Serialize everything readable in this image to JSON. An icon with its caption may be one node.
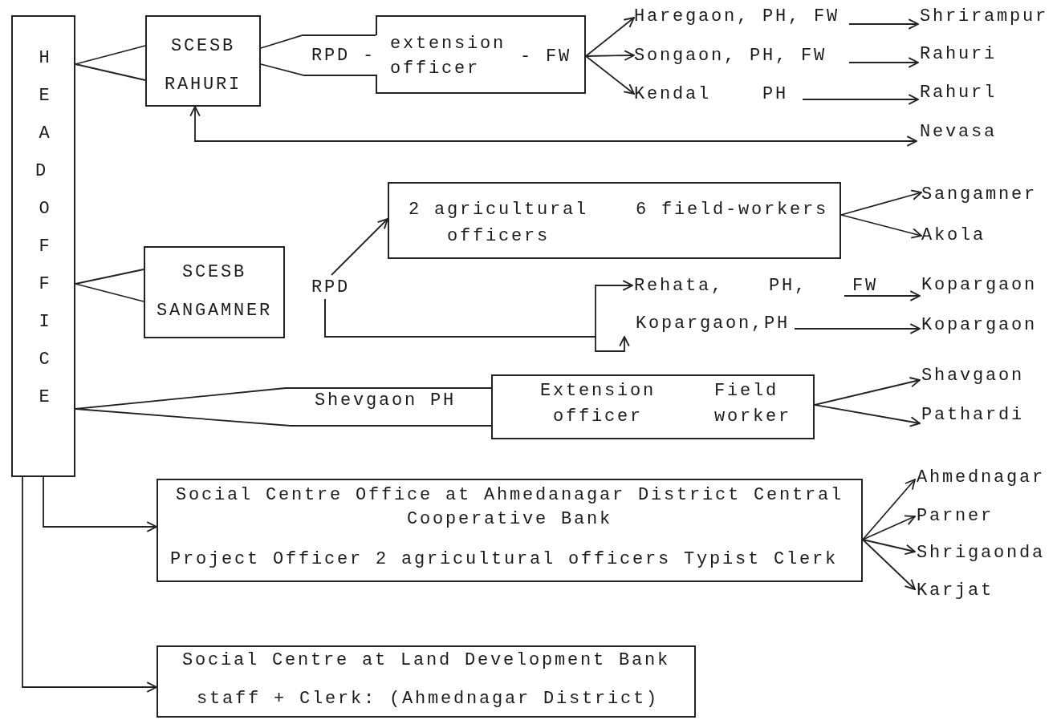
{
  "diagram": {
    "nodes": [
      {
        "text": [
          "HEAD OFFICE"
        ]
      },
      {
        "text": [
          "SCESB RAHURI"
        ]
      },
      {
        "text": [
          "extension officer",
          "- FW"
        ]
      },
      {
        "text": [
          "Haregaon, PH, FW"
        ]
      },
      {
        "text": [
          "Songaon, PH, FW"
        ]
      },
      {
        "text": [
          "Kendal PH"
        ]
      },
      {
        "text": [
          "Shrirampur"
        ]
      },
      {
        "text": [
          "Rahuri"
        ]
      },
      {
        "text": [
          "Rahurl"
        ]
      },
      {
        "text": [
          "Nevasa"
        ]
      },
      {
        "text": [
          "SCESB SANGAMNER"
        ]
      },
      {
        "text": [
          "RPD"
        ]
      },
      {
        "text": [
          "2 agricultural officers",
          "6 field-workers"
        ]
      },
      {
        "text": [
          "Sangamner"
        ]
      },
      {
        "text": [
          "Akola"
        ]
      },
      {
        "text": [
          "Rehata, PH, FW"
        ]
      },
      {
        "text": [
          "Kopargaon,PH"
        ]
      },
      {
        "text": [
          "Kopargaon"
        ]
      },
      {
        "text": [
          "Kopargaon"
        ]
      },
      {
        "text": [
          "Extension officer",
          "Field worker"
        ]
      },
      {
        "text": [
          "Shavgaon"
        ]
      },
      {
        "text": [
          "Pathardi"
        ]
      },
      {
        "text": [
          "Social Centre Office at Ahmedanagar District Central Cooperative Bank",
          "Project Officer 2 agricultural officers Typist Clerk"
        ]
      },
      {
        "text": [
          "Ahmednagar"
        ]
      },
      {
        "text": [
          "Parner"
        ]
      },
      {
        "text": [
          "Shrigaonda"
        ]
      },
      {
        "text": [
          "Karjat"
        ]
      },
      {
        "text": [
          "Social Centre at Land Development Bank",
          "staff + Clerk: (Ahmednagar District)"
        ]
      }
    ],
    "edges": [
      {
        "from": 0,
        "to": 1,
        "arrow": "none"
      },
      {
        "from": 1,
        "to": 2,
        "arrow": "none",
        "label": "RPD -"
      },
      {
        "from": 2,
        "to": 3,
        "arrow": "to"
      },
      {
        "from": 2,
        "to": 4,
        "arrow": "to"
      },
      {
        "from": 2,
        "to": 5,
        "arrow": "to"
      },
      {
        "from": 3,
        "to": 6,
        "arrow": "to"
      },
      {
        "from": 4,
        "to": 7,
        "arrow": "to"
      },
      {
        "from": 5,
        "to": 8,
        "arrow": "to"
      },
      {
        "from": 1,
        "to": 9,
        "arrow": "both"
      },
      {
        "from": 0,
        "to": 10,
        "arrow": "none"
      },
      {
        "from": 11,
        "to": 12,
        "arrow": "to"
      },
      {
        "from": 12,
        "to": 13,
        "arrow": "to"
      },
      {
        "from": 12,
        "to": 14,
        "arrow": "to"
      },
      {
        "from": 11,
        "to": 15,
        "arrow": "to"
      },
      {
        "from": 11,
        "to": 16,
        "arrow": "to"
      },
      {
        "from": 15,
        "to": 17,
        "arrow": "to"
      },
      {
        "from": 16,
        "to": 18,
        "arrow": "to"
      },
      {
        "from": 0,
        "to": 19,
        "arrow": "none",
        "label": "Shevgaon PH"
      },
      {
        "from": 19,
        "to": 20,
        "arrow": "to"
      },
      {
        "from": 19,
        "to": 21,
        "arrow": "to"
      },
      {
        "from": 0,
        "to": 22,
        "arrow": "to"
      },
      {
        "from": 22,
        "to": 23,
        "arrow": "to"
      },
      {
        "from": 22,
        "to": 24,
        "arrow": "to"
      },
      {
        "from": 22,
        "to": 25,
        "arrow": "to"
      },
      {
        "from": 22,
        "to": 26,
        "arrow": "to"
      },
      {
        "from": 0,
        "to": 27,
        "arrow": "to"
      }
    ]
  }
}
